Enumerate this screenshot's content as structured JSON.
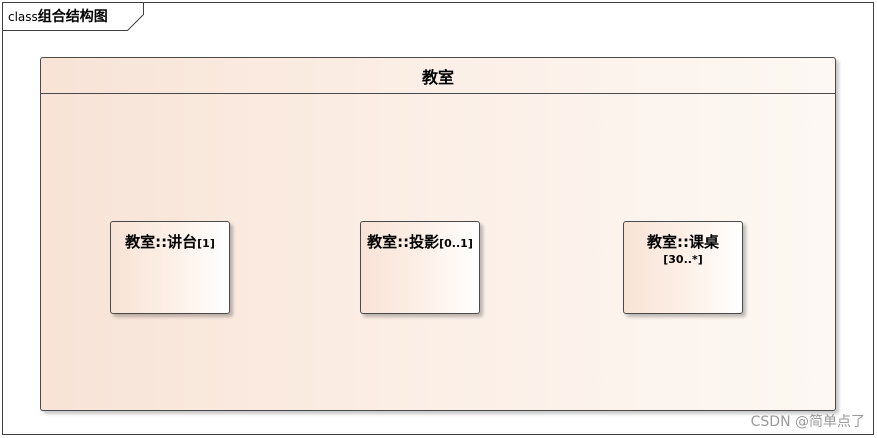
{
  "frame": {
    "keyword": "class",
    "name": "组合结构图"
  },
  "class_box": {
    "name": "教室"
  },
  "parts": [
    {
      "name": "教室::讲台",
      "multiplicity": "[1]"
    },
    {
      "name": "教室::投影",
      "multiplicity": "[0..1]"
    },
    {
      "name": "教室::课桌",
      "multiplicity": "[30..*]"
    }
  ],
  "watermark": "CSDN @简单点了",
  "colors": {
    "fill_start": "#f8e3d6",
    "fill_end": "#fdf8f4",
    "border": "#4a4a4a"
  }
}
